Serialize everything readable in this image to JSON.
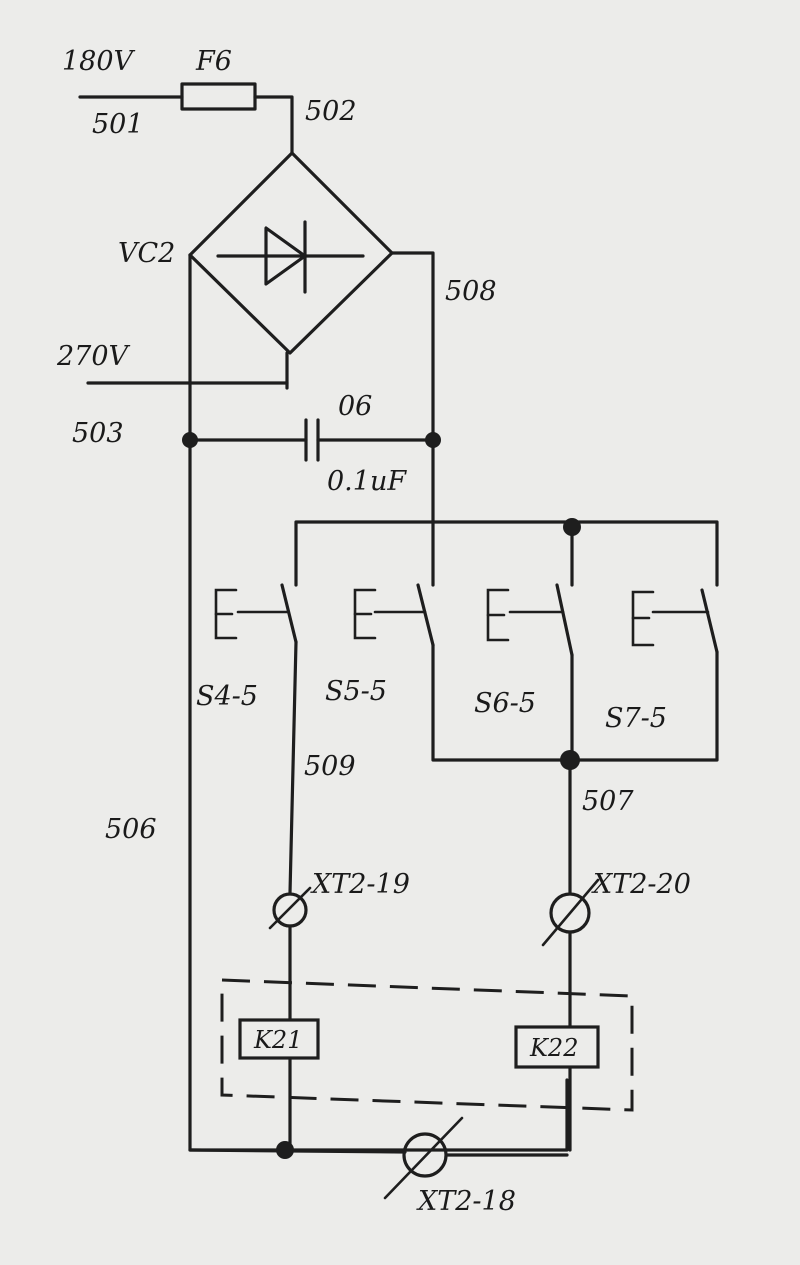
{
  "supply": {
    "in_voltage": "180V",
    "return_voltage": "270V",
    "fuse_label": "F6",
    "rectifier_label": "VC2"
  },
  "wires": {
    "w501": "501",
    "w502": "502",
    "w503": "503",
    "w506": "506",
    "w507": "507",
    "w508": "508",
    "w509": "509"
  },
  "capacitor": {
    "label": "06",
    "value": "0.1uF"
  },
  "switches": [
    {
      "label": "S4-5"
    },
    {
      "label": "S5-5"
    },
    {
      "label": "S6-5"
    },
    {
      "label": "S7-5"
    }
  ],
  "terminals": {
    "t19": "XT2-19",
    "t20": "XT2-20",
    "t18": "XT2-18"
  },
  "coils": {
    "k21": "K21",
    "k22": "K22"
  }
}
